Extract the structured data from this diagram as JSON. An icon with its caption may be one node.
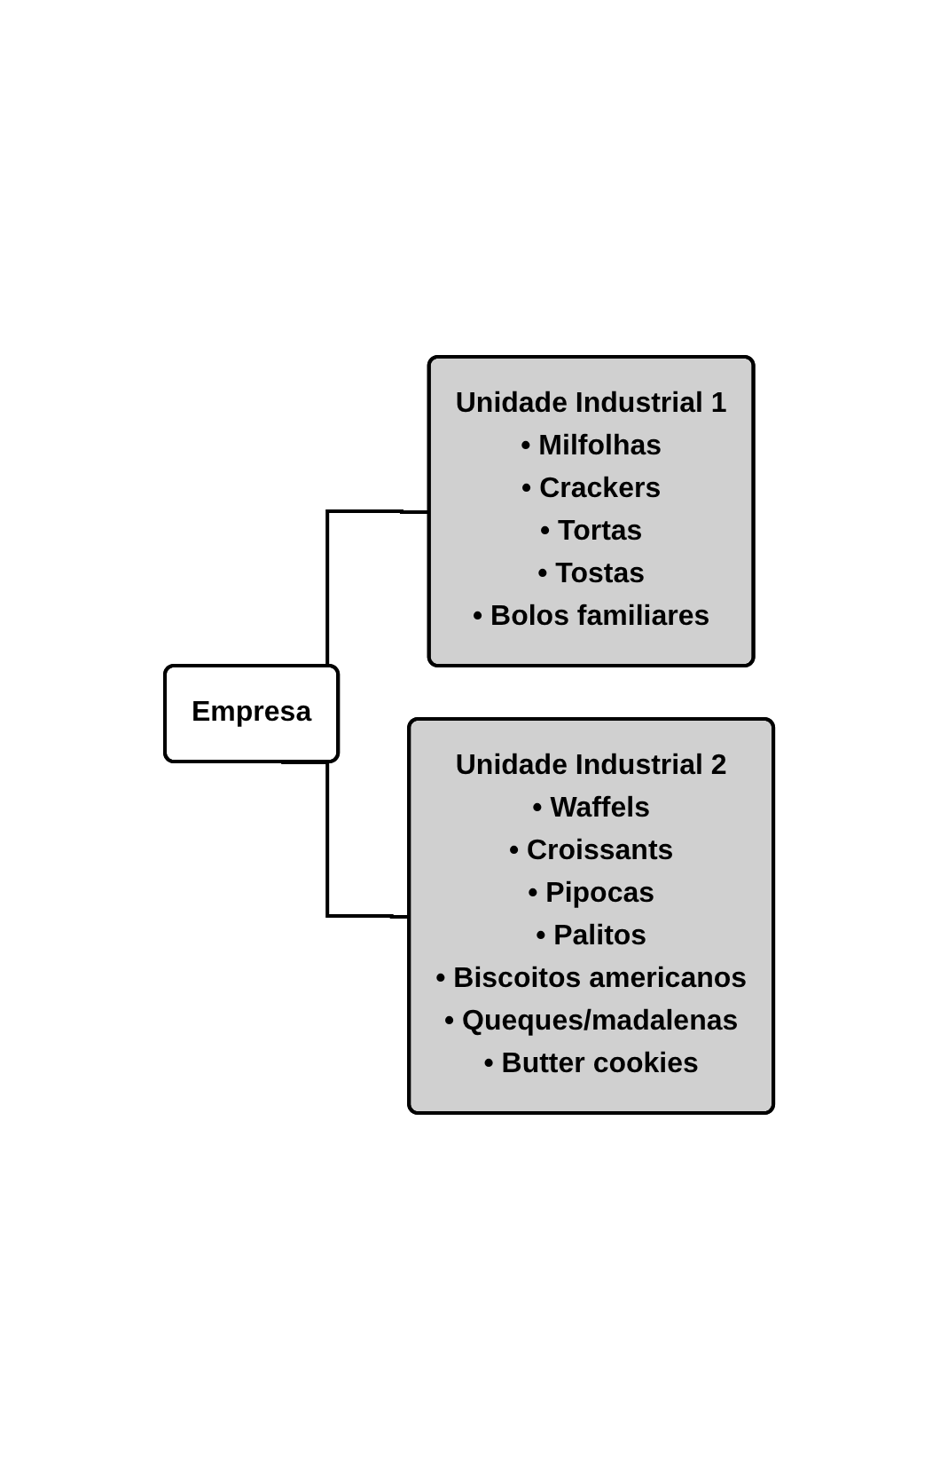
{
  "diagram": {
    "nodes": [
      {
        "text": [
          "Empresa"
        ]
      },
      {
        "text": [
          "Unidade Industrial 1",
          "• Milfolhas",
          "• Crackers",
          "• Tortas",
          "• Tostas",
          "• Bolos familiares"
        ]
      },
      {
        "text": [
          "Unidade Industrial 2",
          "• Waffels",
          "• Croissants",
          "• Pipocas",
          "• Palitos",
          "• Biscoitos americanos",
          "• Queques/madalenas",
          "• Butter cookies"
        ]
      }
    ],
    "edges": [
      {
        "from": 0,
        "to": 1,
        "arrow": "none"
      },
      {
        "from": 0,
        "to": 2,
        "arrow": "none"
      }
    ]
  }
}
